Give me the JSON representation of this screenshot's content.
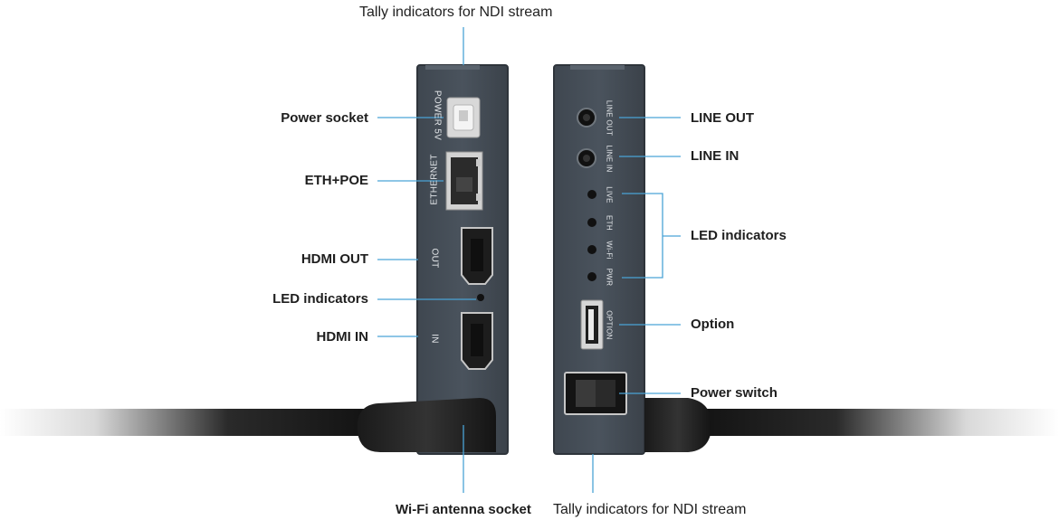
{
  "left_device": {
    "port_labels": {
      "power": "POWER 5V",
      "ethernet": "ETHERNET",
      "hdmi_out": "OUT",
      "hdmi_in": "IN"
    },
    "callouts": {
      "tally_top": "Tally indicators for NDI stream",
      "power_socket": "Power socket",
      "eth_poe": "ETH+POE",
      "hdmi_out": "HDMI OUT",
      "led": "LED indicators",
      "hdmi_in": "HDMI IN",
      "wifi_antenna": "Wi-Fi antenna socket"
    }
  },
  "right_device": {
    "port_labels": {
      "line_out": "LINE OUT",
      "line_in": "LINE IN",
      "live": "LIVE",
      "eth": "ETH",
      "wifi": "Wi-Fi",
      "pwr": "PWR",
      "option": "OPTION"
    },
    "callouts": {
      "line_out": "LINE OUT",
      "line_in": "LINE IN",
      "led": "LED indicators",
      "option": "Option",
      "power_switch": "Power switch",
      "tally_bottom": "Tally indicators for NDI stream"
    }
  },
  "colors": {
    "device_body": "#474f59",
    "device_edge": "#2e343b",
    "callout_line": "#4aa3d6",
    "cable": "#111111"
  }
}
